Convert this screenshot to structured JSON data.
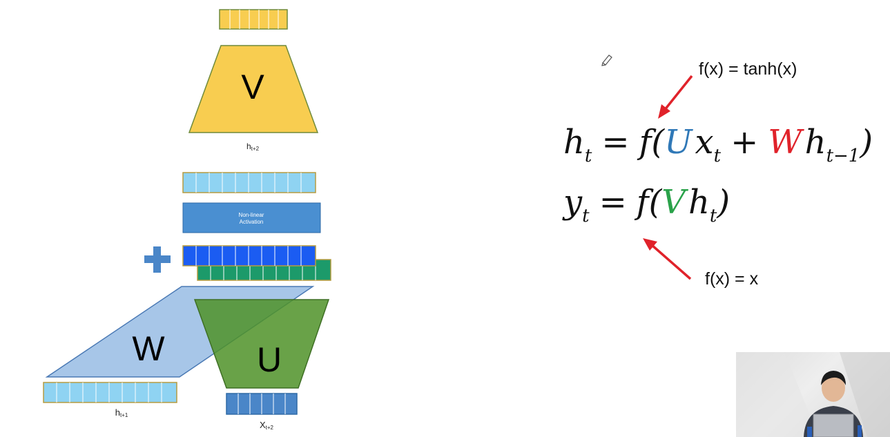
{
  "diagram": {
    "v_label": "V",
    "w_label": "W",
    "u_label": "U",
    "activation_line1": "Non-linear",
    "activation_line2": "Activation",
    "plus_symbol": "+",
    "h_top_label": "h",
    "h_top_sub": "t+2",
    "h_left_label": "h",
    "h_left_sub": "t+1",
    "x_label": "X",
    "x_sub": "t+2"
  },
  "equations": {
    "ht": {
      "lhs": "h",
      "lhs_sub": "t",
      "equals": "=",
      "func": "f(",
      "u": "U",
      "x": "x",
      "x_sub": "t",
      "plus": "+",
      "w": "W",
      "h": "h",
      "h_sub": "t−1",
      "close": ")"
    },
    "yt": {
      "lhs": "y",
      "lhs_sub": "t",
      "equals": "=",
      "func": "f(",
      "v": "V",
      "h": "h",
      "h_sub": "t",
      "close": ")"
    }
  },
  "annotations": {
    "tanh_note": "f(x) = tanh(x)",
    "linear_note": "f(x) = x"
  },
  "colors": {
    "yellow": "#f8cd50",
    "olive_stroke": "#6f8a3a",
    "light_blue": "#8fd3f2",
    "mid_blue": "#4a8fd1",
    "bright_blue": "#1b5cf2",
    "teal": "#1c9a6a",
    "w_blue": "#9fc1e6",
    "u_green": "#5a9a34",
    "red_arrow": "#e0222a"
  }
}
